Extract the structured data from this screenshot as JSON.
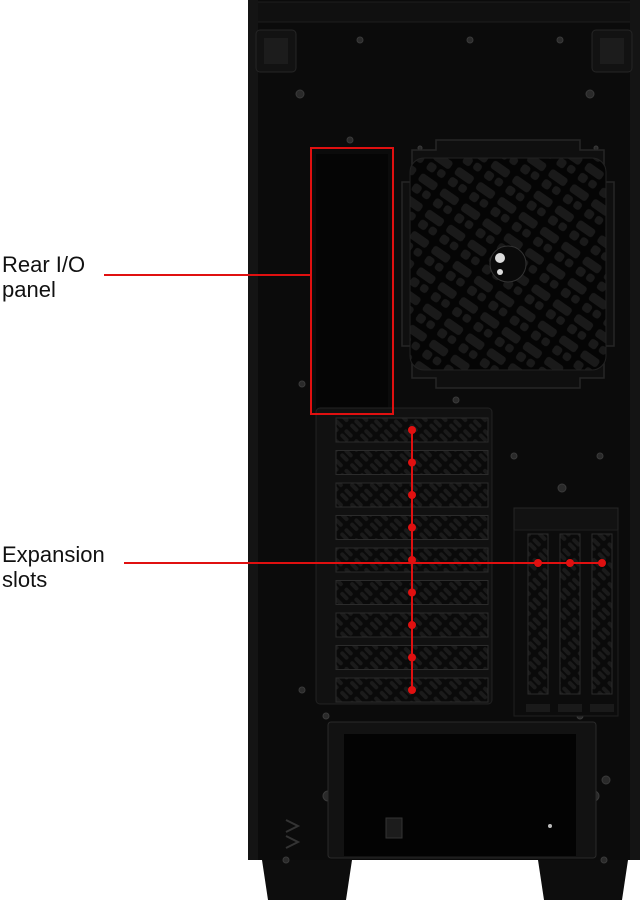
{
  "callouts": {
    "rear_io": {
      "line1": "Rear I/O",
      "line2": "panel"
    },
    "expansion": {
      "line1": "Expansion",
      "line2": "slots"
    }
  },
  "colors": {
    "case": "#0b0b0b",
    "case_edge": "#1c1c1c",
    "highlight": "#e01010",
    "background": "#ffffff"
  },
  "counts": {
    "horizontal_slots": 9,
    "vertical_slots": 3
  }
}
